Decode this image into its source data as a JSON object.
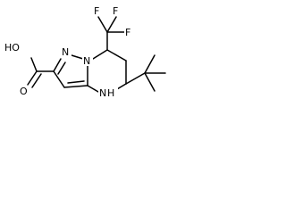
{
  "molecule": {
    "atom_labels": {
      "f_top_left": "F",
      "f_top_right": "F",
      "f_right": "F",
      "acid_group": "HO",
      "acid_oxygen": "O",
      "ring_nitrogen_upper": "N",
      "ring_nitrogen_bridge": "N",
      "ring_amine": "N",
      "amine_hydrogen": "H"
    },
    "colors": {
      "bond": "#000000",
      "background": "#ffffff",
      "label": "#000000"
    }
  }
}
